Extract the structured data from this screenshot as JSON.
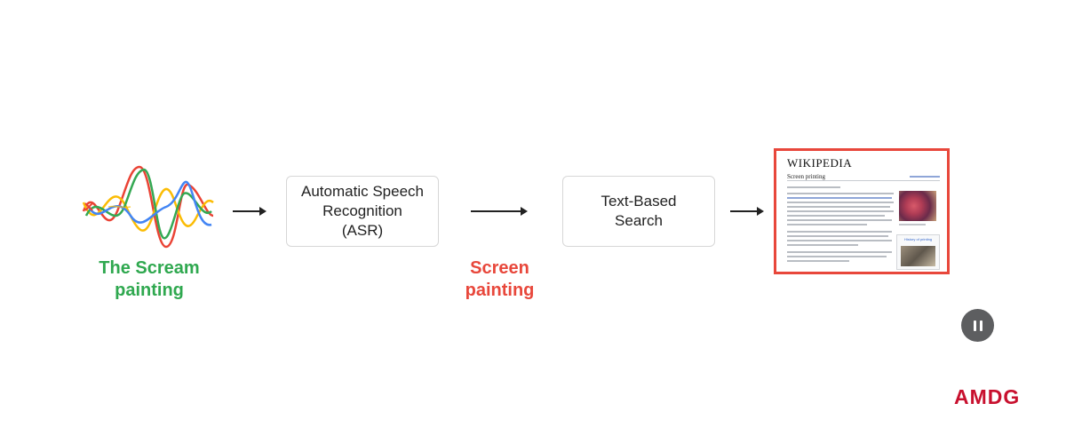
{
  "source": {
    "icon": "sound-wave-icon",
    "label_lines": [
      "The Scream",
      "painting"
    ],
    "colors": [
      "#ea4335",
      "#fbbc04",
      "#34a853",
      "#4285f4"
    ]
  },
  "steps": [
    {
      "label_lines": [
        "Automatic Speech",
        "Recognition",
        "(ASR)"
      ]
    },
    {
      "label_lines": [
        "Text-Based",
        "Search"
      ]
    }
  ],
  "intermediate": {
    "label_lines": [
      "Screen",
      "painting"
    ],
    "color": "#e8473b"
  },
  "result": {
    "site_logo": "WIKIPEDIA",
    "article_title": "Screen printing",
    "infobox_title": "History of printing",
    "border_color": "#e8473b"
  },
  "controls": {
    "pause_icon": "pause-icon"
  },
  "brand": {
    "logo_text": "AMDG",
    "color": "#c8102e"
  }
}
